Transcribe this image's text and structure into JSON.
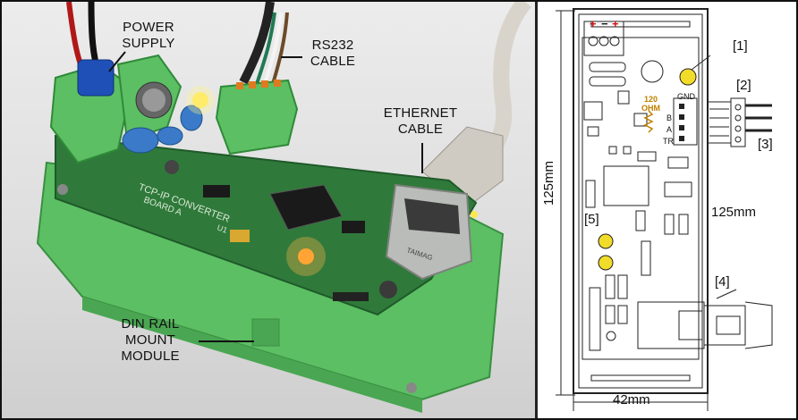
{
  "photo": {
    "labels": {
      "power_supply": "POWER\nSUPPLY",
      "rs232": "RS232\nCABLE",
      "ethernet": "ETHERNET\nCABLE",
      "din_rail": "DIN RAIL\nMOUNT\nMODULE"
    },
    "board_text": {
      "name": "TCP-IP CONVERTER",
      "board": "BOARD A",
      "u1": "U1",
      "jack": "TAIMAG"
    }
  },
  "diagram": {
    "callouts": {
      "c1": "[1]",
      "c2": "[2]",
      "c3": "[3]",
      "c4": "[4]",
      "c5": "[5]"
    },
    "dims": {
      "height": "125mm",
      "depth": "125mm",
      "width": "42mm"
    },
    "terminal": {
      "gnd": "GND",
      "b": "B",
      "a": "A",
      "tr": "TR"
    },
    "resistor": {
      "value": "120\nOHM"
    },
    "power_signs": {
      "plus1": "+",
      "minus": "−",
      "plus2": "+"
    }
  },
  "colors": {
    "pcb": "#2f7a3a",
    "din_green": "#5cbf63",
    "led": "#f2dc2a",
    "resistor": "#c08000",
    "power_red": "#cc1111"
  }
}
